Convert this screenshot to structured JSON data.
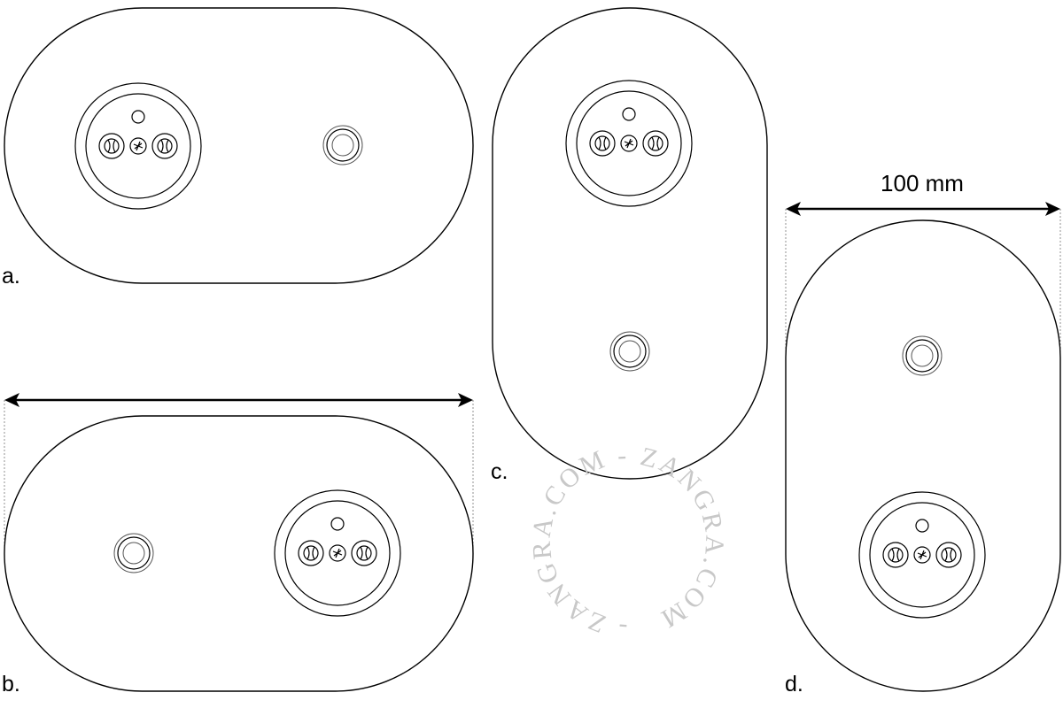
{
  "labels": {
    "a": "a.",
    "b": "b.",
    "c": "c.",
    "d": "d."
  },
  "dimension": {
    "width_label": "100 mm"
  },
  "watermark": {
    "text": "- ZANGRA.COM - ZANGRA.COM"
  },
  "colors": {
    "line": "#000000",
    "watermark": "#c8c8c8",
    "background": "#ffffff"
  },
  "variants": [
    {
      "id": "a",
      "orientation": "horizontal",
      "socket_side": "left"
    },
    {
      "id": "b",
      "orientation": "horizontal",
      "socket_side": "right"
    },
    {
      "id": "c",
      "orientation": "vertical",
      "socket_side": "top"
    },
    {
      "id": "d",
      "orientation": "vertical",
      "socket_side": "bottom"
    }
  ]
}
